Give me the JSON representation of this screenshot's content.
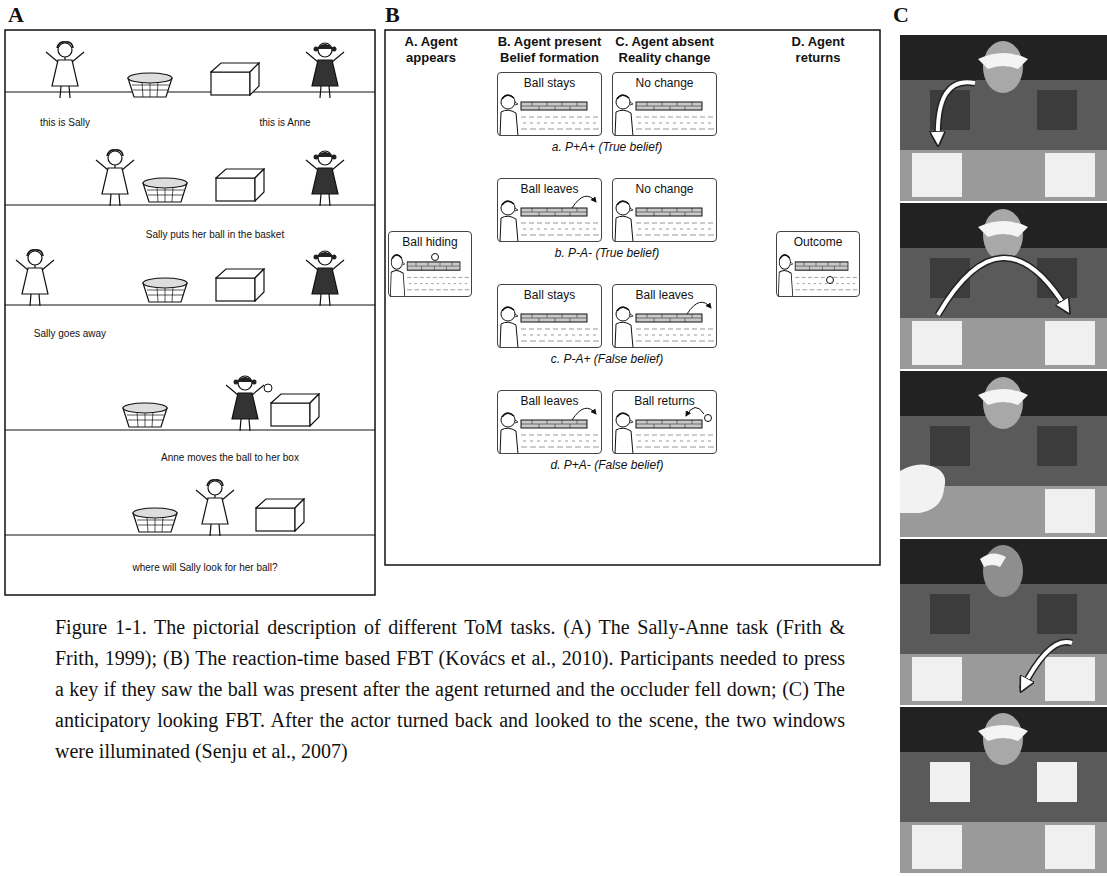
{
  "diagram": {
    "caption": "Figure 1-1. The pictorial description of different ToM tasks. (A) The Sally-Anne task (Frith & Frith, 1999); (B) The reaction-time based FBT (Kovács et al., 2010). Participants needed to press a key if they saw the ball was present after the agent returned and the occluder fell down; (C) The anticipatory looking FBT. After the actor turned back and looked to the scene, the two windows were illuminated (Senju et al., 2007)",
    "nodes": [
      {
        "text": [
          "Ball hiding"
        ]
      },
      {
        "text": [
          "Ball stays"
        ]
      },
      {
        "text": [
          "No change"
        ]
      },
      {
        "text": [
          "Ball leaves"
        ]
      },
      {
        "text": [
          "No change"
        ]
      },
      {
        "text": [
          "Ball stays"
        ]
      },
      {
        "text": [
          "Ball leaves"
        ]
      },
      {
        "text": [
          "Ball leaves"
        ]
      },
      {
        "text": [
          "Ball returns"
        ]
      },
      {
        "text": [
          "Outcome"
        ]
      }
    ],
    "labels": [
      "A",
      "B",
      "C",
      "A. Agent appears",
      "B. Agent present Belief formation",
      "C. Agent absent Reality change",
      "D. Agent returns",
      "a. P+A+ (True belief)",
      "b. P-A- (True belief)",
      "c. P-A+ (False belief)",
      "d. P+A- (False belief)",
      "this is Sally",
      "this is Anne",
      "Sally puts her ball in the basket",
      "Sally goes away",
      "Anne moves the ball to her box",
      "where will Sally look for her ball?"
    ]
  }
}
